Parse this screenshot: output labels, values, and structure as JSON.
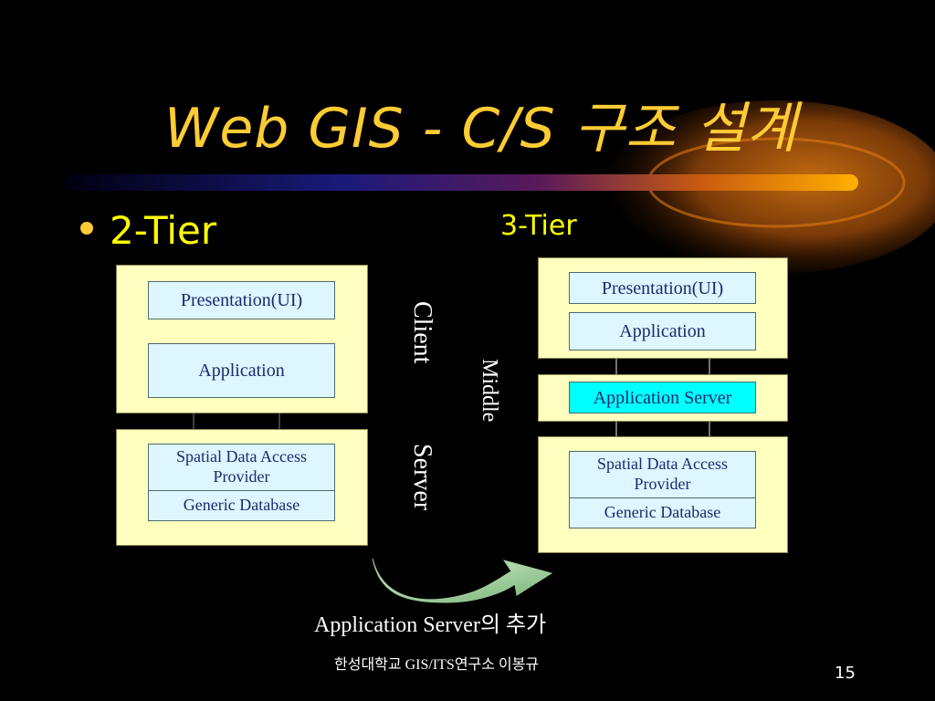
{
  "title": "Web GIS - C/S 구조 설계",
  "bullet": "2-Tier",
  "tier3_label": "3-Tier",
  "two_tier": {
    "client": {
      "presentation": "Presentation(UI)",
      "application": "Application"
    },
    "server": {
      "spatial": "Spatial Data Access Provider",
      "database": "Generic Database"
    }
  },
  "three_tier": {
    "client": {
      "presentation": "Presentation(UI)",
      "application": "Application"
    },
    "middle": {
      "app_server": "Application Server"
    },
    "server": {
      "spatial": "Spatial Data Access Provider",
      "database": "Generic Database"
    }
  },
  "labels": {
    "client": "Client",
    "server": "Server",
    "middle": "Middle"
  },
  "caption": "Application Server의 추가",
  "footer": "한성대학교 GIS/ITS연구소 이봉규",
  "page_number": "15",
  "colors": {
    "title": "#ffcc33",
    "panel": "#ffffc0",
    "box": "#ddf6ff",
    "app_server": "#00ffff"
  }
}
